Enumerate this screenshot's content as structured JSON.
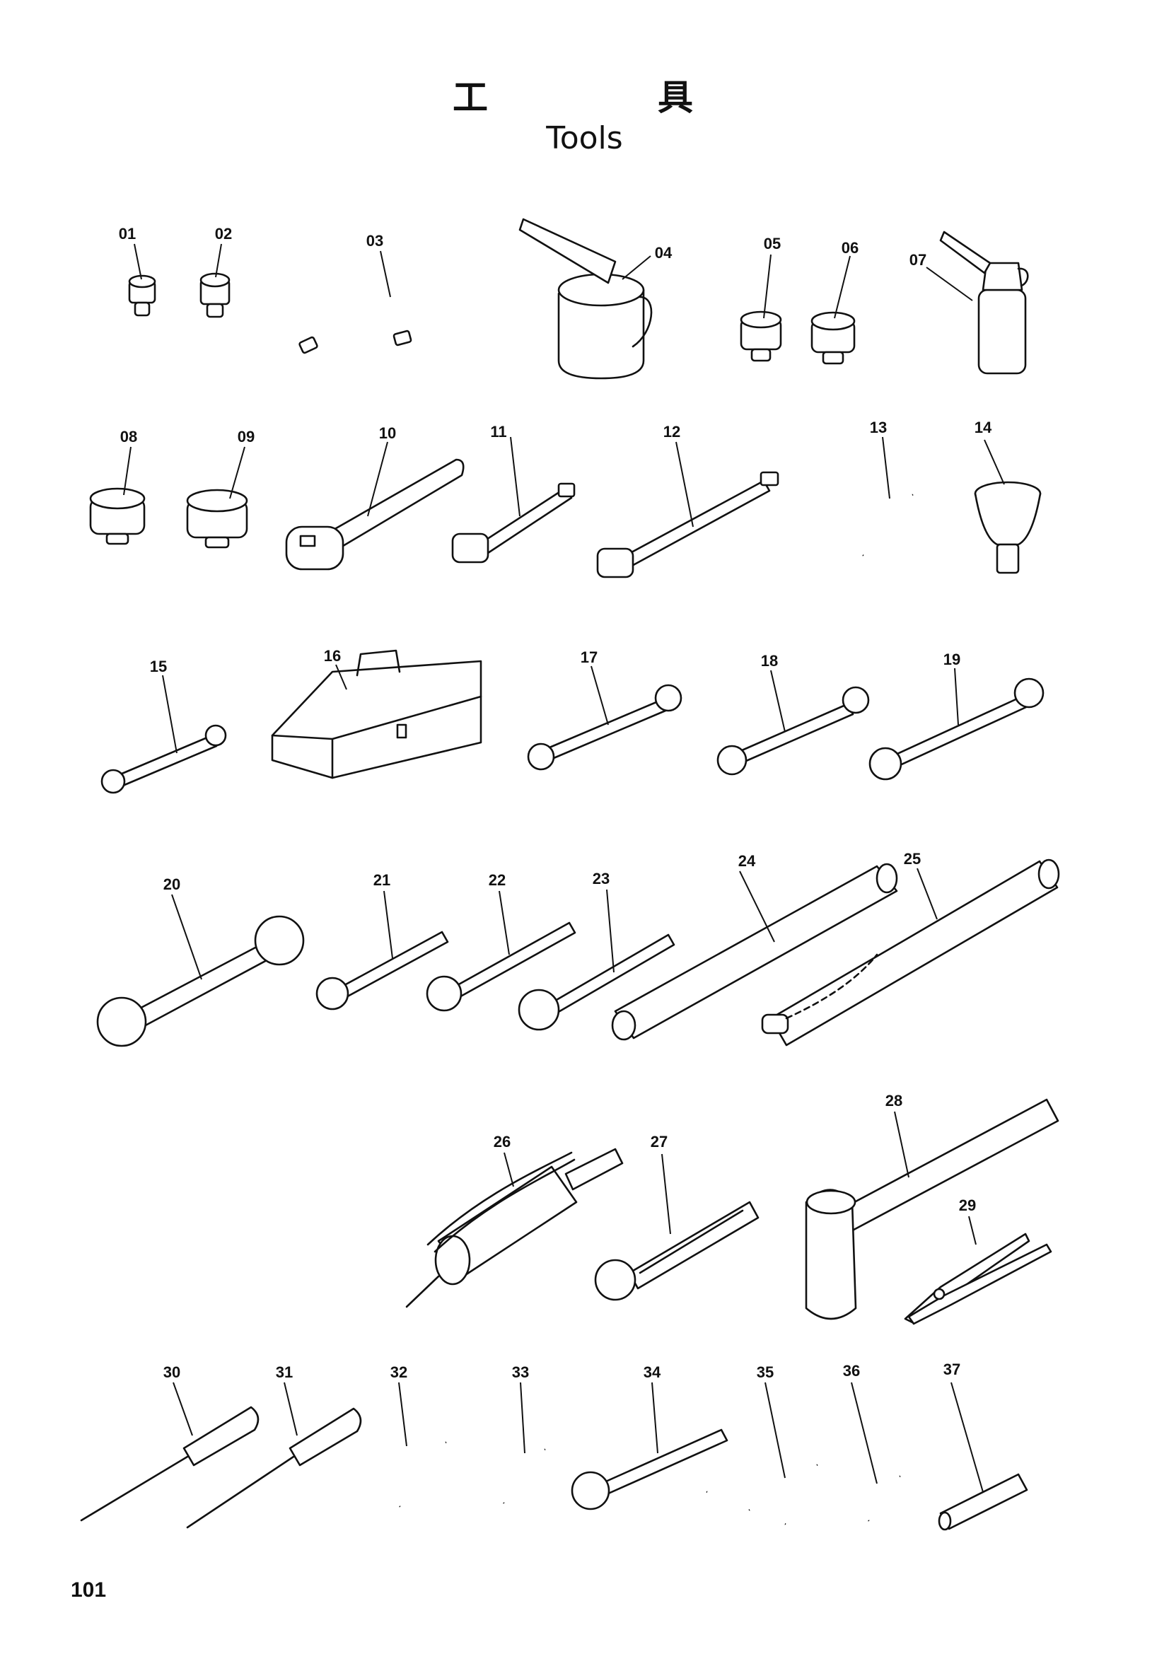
{
  "page": {
    "title_cjk_1": "工",
    "title_cjk_2": "具",
    "title_en": "Tools",
    "page_number": "101"
  },
  "tools": [
    {
      "number": "01",
      "icon": "socket-small-icon"
    },
    {
      "number": "02",
      "icon": "socket-small-icon"
    },
    {
      "number": "03",
      "icon": "flexible-hose-icon"
    },
    {
      "number": "04",
      "icon": "oil-can-jug-icon"
    },
    {
      "number": "05",
      "icon": "socket-medium-icon"
    },
    {
      "number": "06",
      "icon": "socket-medium-icon"
    },
    {
      "number": "07",
      "icon": "oiler-bottle-icon"
    },
    {
      "number": "08",
      "icon": "socket-large-icon"
    },
    {
      "number": "09",
      "icon": "socket-large-icon"
    },
    {
      "number": "10",
      "icon": "ratchet-handle-icon"
    },
    {
      "number": "11",
      "icon": "extension-bar-short-icon"
    },
    {
      "number": "12",
      "icon": "extension-bar-long-icon"
    },
    {
      "number": "13",
      "icon": "hex-key-icon"
    },
    {
      "number": "14",
      "icon": "funnel-icon"
    },
    {
      "number": "15",
      "icon": "open-end-wrench-icon"
    },
    {
      "number": "16",
      "icon": "tool-box-icon"
    },
    {
      "number": "17",
      "icon": "open-end-wrench-icon"
    },
    {
      "number": "18",
      "icon": "open-end-wrench-icon"
    },
    {
      "number": "19",
      "icon": "open-end-wrench-icon"
    },
    {
      "number": "20",
      "icon": "large-open-end-wrench-icon"
    },
    {
      "number": "21",
      "icon": "single-end-wrench-icon"
    },
    {
      "number": "22",
      "icon": "single-end-wrench-icon"
    },
    {
      "number": "23",
      "icon": "single-end-wrench-icon"
    },
    {
      "number": "24",
      "icon": "round-bar-icon"
    },
    {
      "number": "25",
      "icon": "tube-bar-icon"
    },
    {
      "number": "26",
      "icon": "grease-gun-icon"
    },
    {
      "number": "27",
      "icon": "adjustable-wrench-icon"
    },
    {
      "number": "28",
      "icon": "hammer-icon"
    },
    {
      "number": "29",
      "icon": "pliers-icon"
    },
    {
      "number": "30",
      "icon": "screwdriver-icon"
    },
    {
      "number": "31",
      "icon": "screwdriver-icon"
    },
    {
      "number": "32",
      "icon": "hex-key-icon"
    },
    {
      "number": "33",
      "icon": "hex-key-icon"
    },
    {
      "number": "34",
      "icon": "single-end-wrench-icon"
    },
    {
      "number": "35",
      "icon": "t-handle-wrench-icon"
    },
    {
      "number": "36",
      "icon": "hex-key-icon"
    },
    {
      "number": "37",
      "icon": "pin-bar-icon"
    }
  ]
}
